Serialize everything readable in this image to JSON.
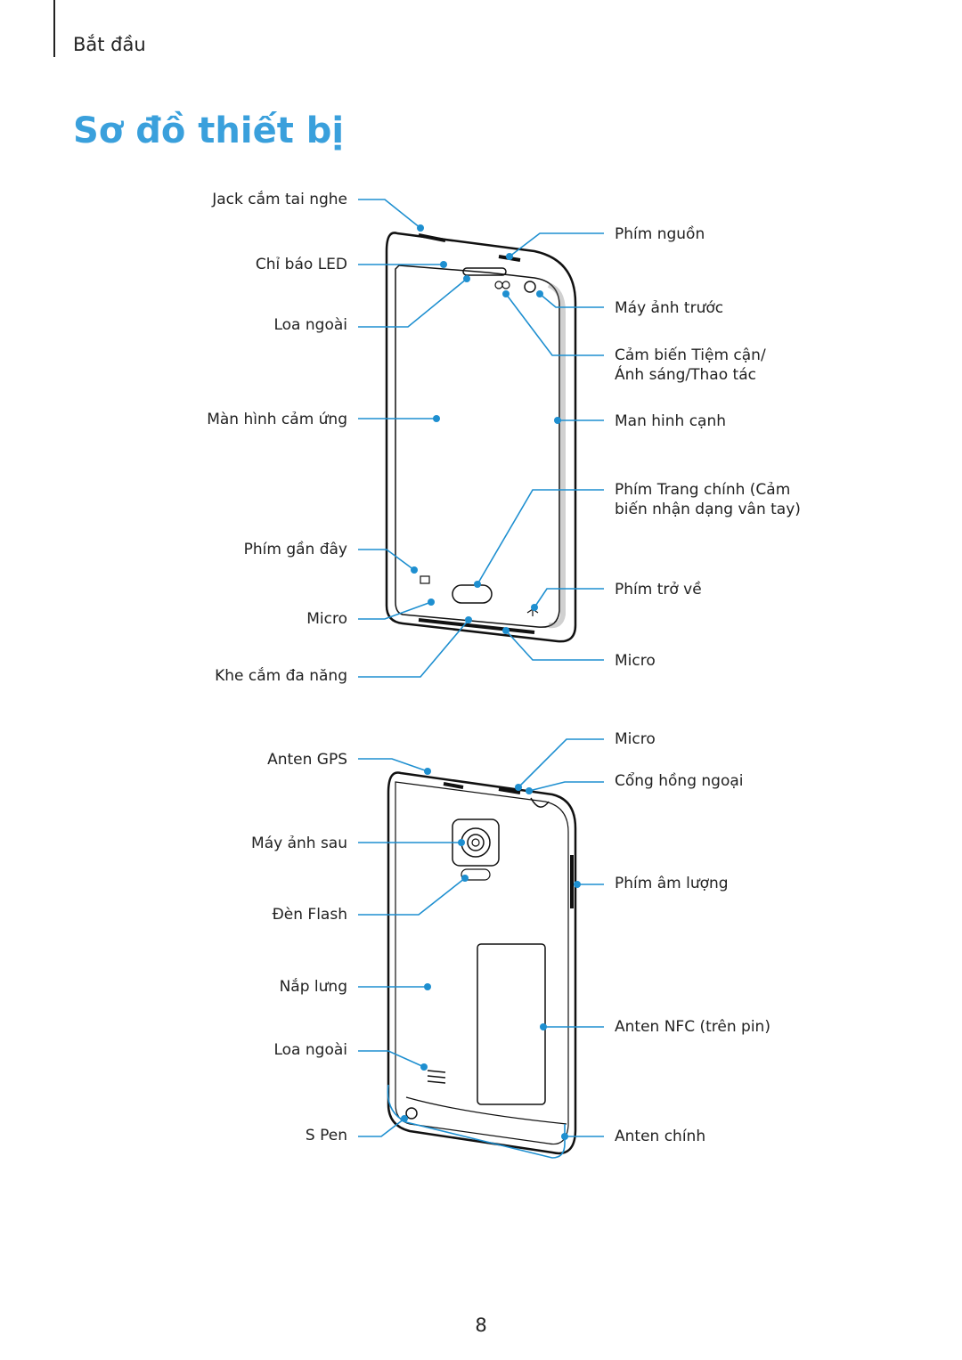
{
  "header": {
    "section": "Bắt đầu"
  },
  "title": "Sơ đồ thiết bị",
  "front": {
    "left_labels": [
      "Jack cắm tai nghe",
      "Chỉ báo LED",
      "Loa ngoài",
      "Màn hình cảm ứng",
      "Phím gần đây",
      "Micro",
      "Khe cắm đa năng"
    ],
    "right_labels": [
      "Phím nguồn",
      "Máy ảnh trước",
      "Cảm biến Tiệm cận/",
      "Ánh sáng/Thao tác",
      "Man hinh cạnh",
      "Phím Trang chính (Cảm",
      "biến nhận dạng vân tay)",
      "Phím trở về",
      "Micro"
    ]
  },
  "back": {
    "left_labels": [
      "Anten GPS",
      "Máy ảnh sau",
      "Đèn Flash",
      "Nắp lưng",
      "Loa ngoài",
      "S Pen"
    ],
    "right_labels": [
      "Micro",
      "Cổng hồng ngoại",
      "Phím âm lượng",
      "Anten NFC (trên pin)",
      "Anten chính"
    ]
  },
  "page_number": "8",
  "colors": {
    "accent": "#3aa0dc",
    "callout": "#1e8fd0",
    "text": "#222222"
  }
}
